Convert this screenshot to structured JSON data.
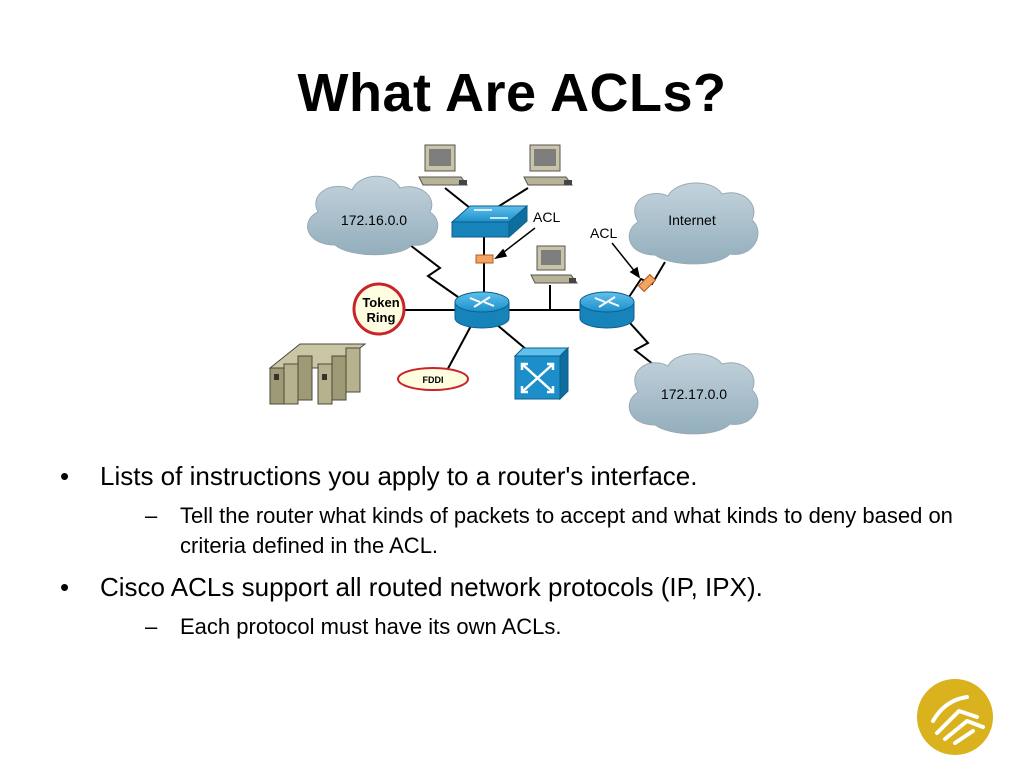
{
  "slide": {
    "title": "What Are ACLs?",
    "bullets": [
      {
        "marker": "•",
        "text": "Lists of instructions you apply to a router's interface.",
        "sub": [
          {
            "marker": "–",
            "text": "Tell the router what kinds of packets to accept and what kinds to deny based on criteria defined in the ACL."
          }
        ]
      },
      {
        "marker": "•",
        "text": "Cisco ACLs support all routed network protocols (IP, IPX).",
        "sub": [
          {
            "marker": "–",
            "text": "Each protocol must have its own ACLs."
          }
        ]
      }
    ]
  },
  "diagram": {
    "clouds": {
      "left_network": "172.16.0.0",
      "internet": "Internet",
      "bottom_network": "172.17.0.0"
    },
    "acl_labels": {
      "switch_side": "ACL",
      "internet_side": "ACL"
    },
    "token_ring": {
      "line1": "Token",
      "line2": "Ring"
    },
    "fddi": "FDDI",
    "icons": [
      "workstation-icon",
      "workstation-icon",
      "workstation-icon",
      "workgroup-switch-icon",
      "router-icon",
      "router-icon",
      "atm-switch-icon",
      "server-cluster-icon",
      "token-ring-icon",
      "fddi-ring-icon",
      "acl-filter-icon"
    ]
  },
  "colors": {
    "cloud": "#a9bfcc",
    "device_blue": "#1a8fc9",
    "logo_gold": "#d9b21d",
    "acl_marker": "#f4a460"
  }
}
